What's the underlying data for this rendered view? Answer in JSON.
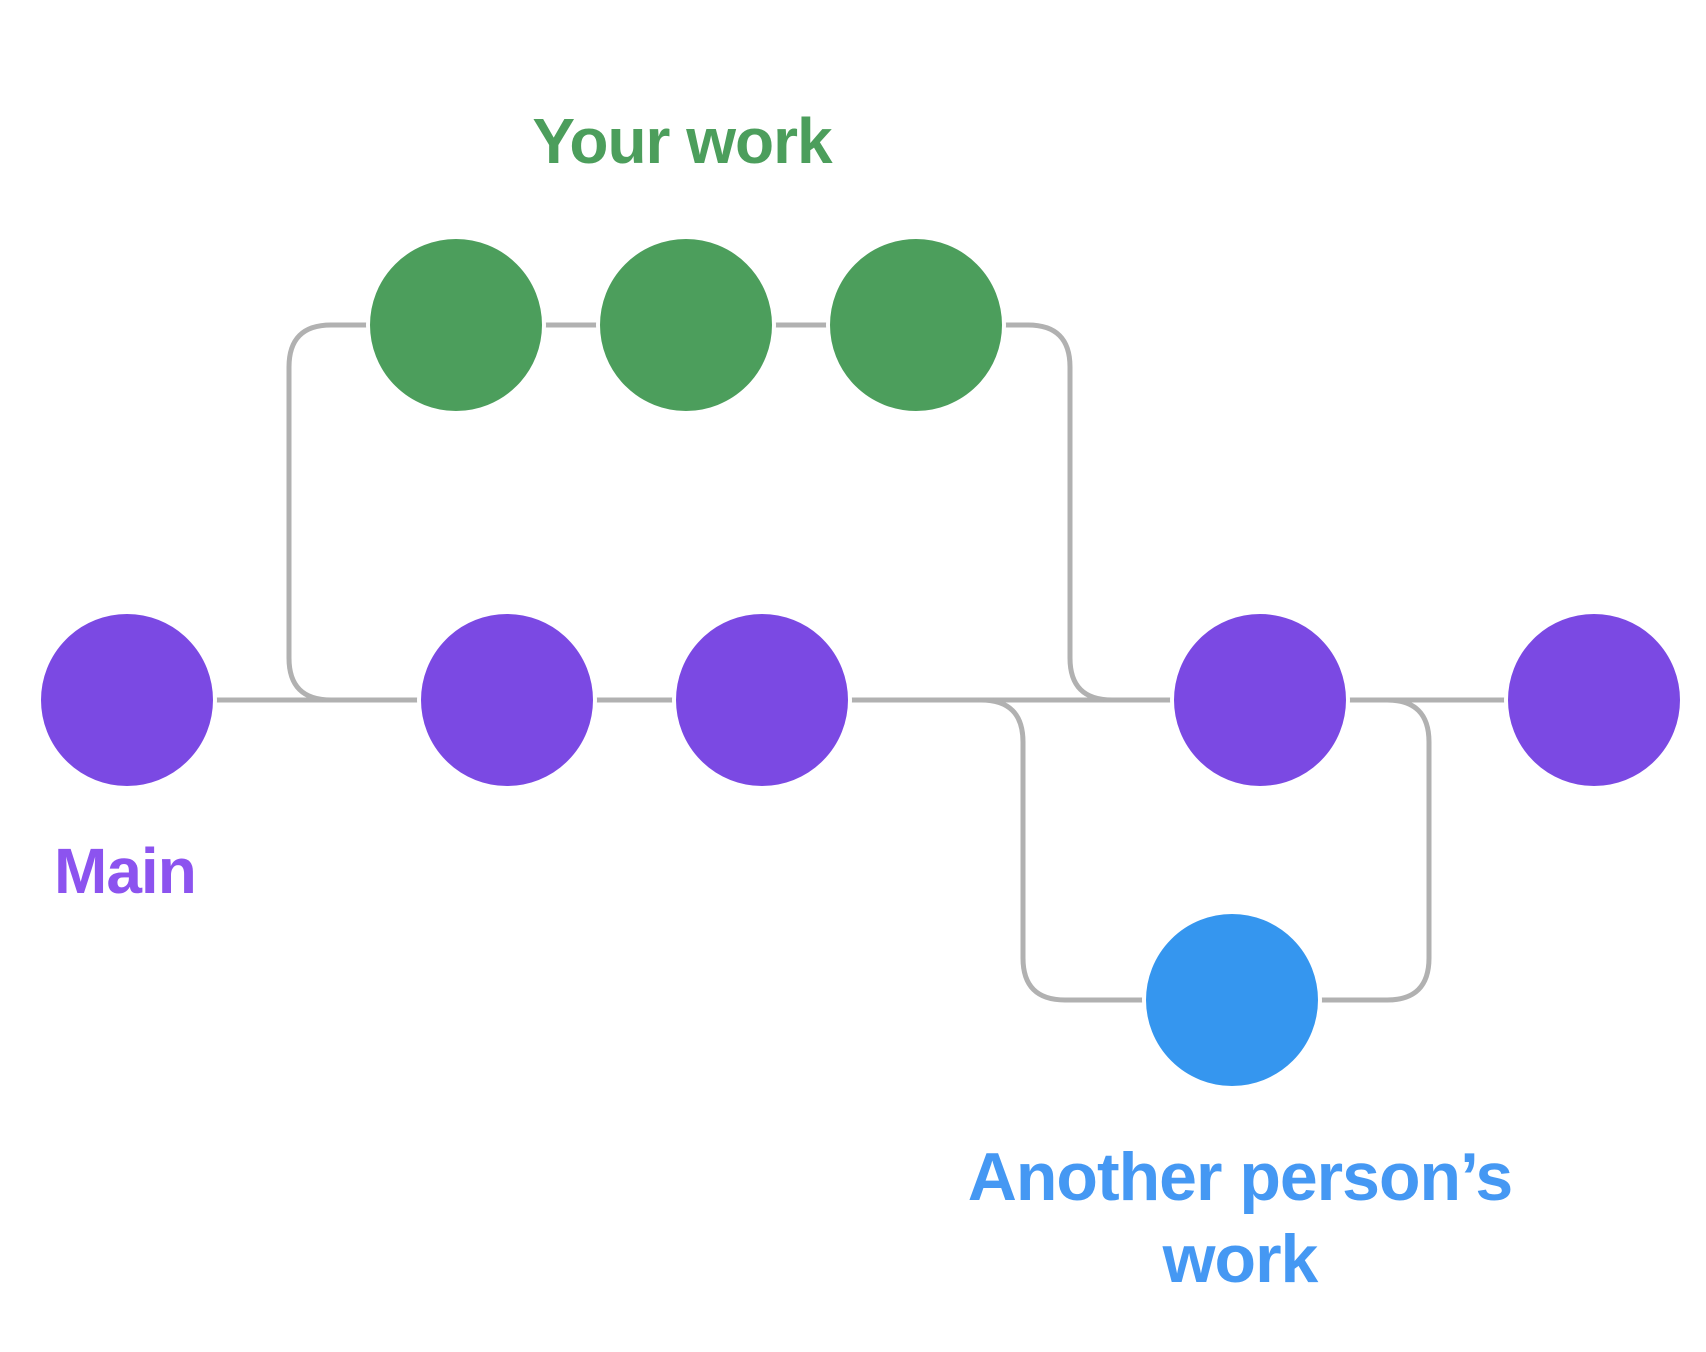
{
  "page": {
    "background": "#ffffff"
  },
  "colors": {
    "line": "#b1b1b1",
    "main_commit": "#7b49e3",
    "main_label": "#8c53ef",
    "your_work_commit": "#4c9e5c",
    "your_work_label": "#4c9e5c",
    "another_commit": "#3596ef",
    "another_label": "#4598f3"
  },
  "labels": {
    "your_work": "Your work",
    "main": "Main",
    "another_line1": "Another person’s",
    "another_line2": "work"
  },
  "diagram": {
    "type": "git-branch-graph",
    "branches": [
      {
        "name": "Main",
        "color": "#7b49e3",
        "commit_count": 5
      },
      {
        "name": "Your work",
        "color": "#4c9e5c",
        "commit_count": 3,
        "branches_from": "Main",
        "merges_into": "Main"
      },
      {
        "name": "Another person’s work",
        "color": "#3596ef",
        "commit_count": 1,
        "branches_from": "Main",
        "merges_into": "Main"
      }
    ]
  }
}
